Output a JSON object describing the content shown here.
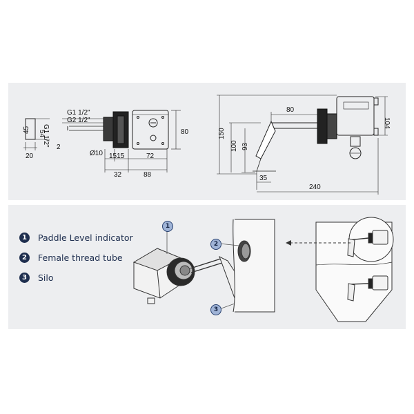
{
  "top_drawing": {
    "dims": {
      "g1": "G1 1/2\"",
      "g2": "G2 1/2\"",
      "d45": "45",
      "d54": "54",
      "g1small": "G1 1/2\"",
      "d20": "20",
      "d2": "2",
      "d10": "Ø10",
      "d1515": "1515",
      "d72": "72",
      "d80": "80",
      "d32": "32",
      "d88": "88",
      "r80": "80",
      "r104": "104",
      "r150": "150",
      "r100": "100",
      "r93": "93",
      "r35": "35",
      "r240": "240"
    }
  },
  "legend": {
    "items": [
      {
        "num": "1",
        "label": "Paddle Level indicator"
      },
      {
        "num": "2",
        "label": "Female thread tube"
      },
      {
        "num": "3",
        "label": "Silo"
      }
    ]
  },
  "callouts": {
    "c1": "1",
    "c2": "2",
    "c3": "3"
  },
  "colors": {
    "panel": "#edeef0",
    "navy": "#1f2f4f",
    "callout_fill": "#9fb3d6"
  }
}
